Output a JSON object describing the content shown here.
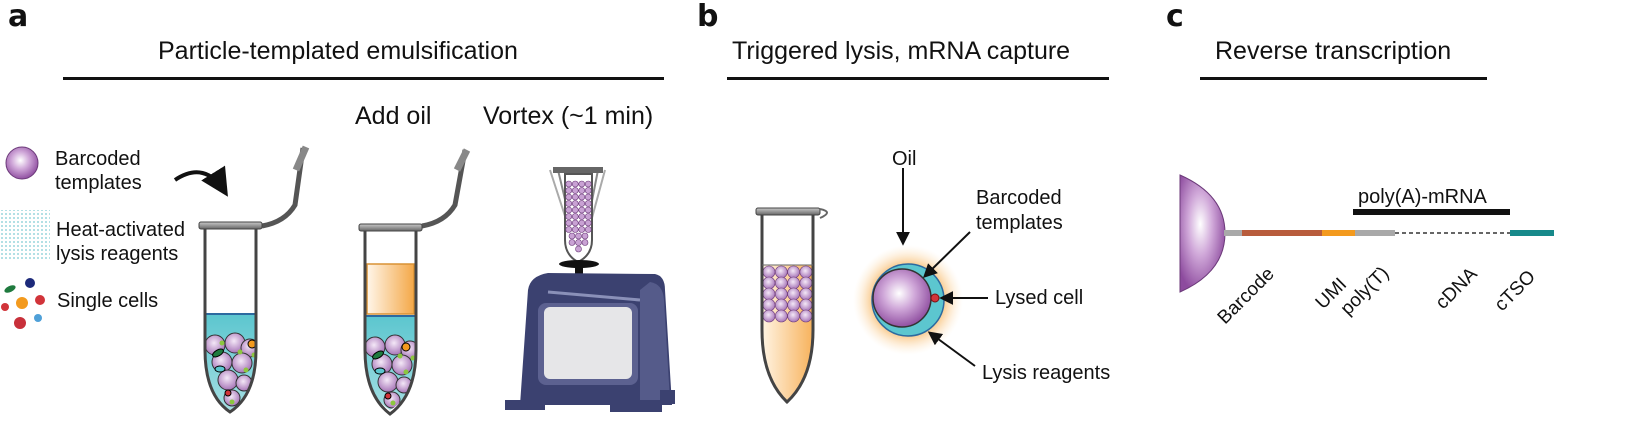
{
  "panels": {
    "a": {
      "letter": "a",
      "title": "Particle-templated emulsification",
      "steps": [
        "Add oil",
        "Vortex (~1 min)"
      ],
      "legend": [
        {
          "icon": "barcoded-template-bead-icon",
          "label_lines": [
            "Barcoded",
            "templates"
          ]
        },
        {
          "icon": "lysis-reagents-icon",
          "label_lines": [
            "Heat-activated",
            "lysis reagents"
          ]
        },
        {
          "icon": "single-cells-icon",
          "label_lines": [
            "Single cells"
          ]
        }
      ]
    },
    "b": {
      "letter": "b",
      "title": "Triggered lysis, mRNA capture",
      "labels": {
        "oil": "Oil",
        "templates_line1": "Barcoded",
        "templates_line2": "templates",
        "lysed_cell": "Lysed cell",
        "lysis_reagents": "Lysis reagents"
      }
    },
    "c": {
      "letter": "c",
      "title": "Reverse transcription",
      "mrna_label": "poly(A)-mRNA",
      "segments": [
        {
          "name": "Barcode",
          "color": "#b85c3c"
        },
        {
          "name": "UMI",
          "color": "#f39a1e"
        },
        {
          "name": "poly(T)",
          "color": "#a9a9a9"
        },
        {
          "name": "cDNA",
          "color": "#555555"
        },
        {
          "name": "cTSO",
          "color": "#17898a"
        }
      ]
    }
  },
  "colors": {
    "bead": "#9a5aa8",
    "aqueous": "#5cc6cf",
    "oil": "#f5a742",
    "vortexer": "#3b4170"
  }
}
